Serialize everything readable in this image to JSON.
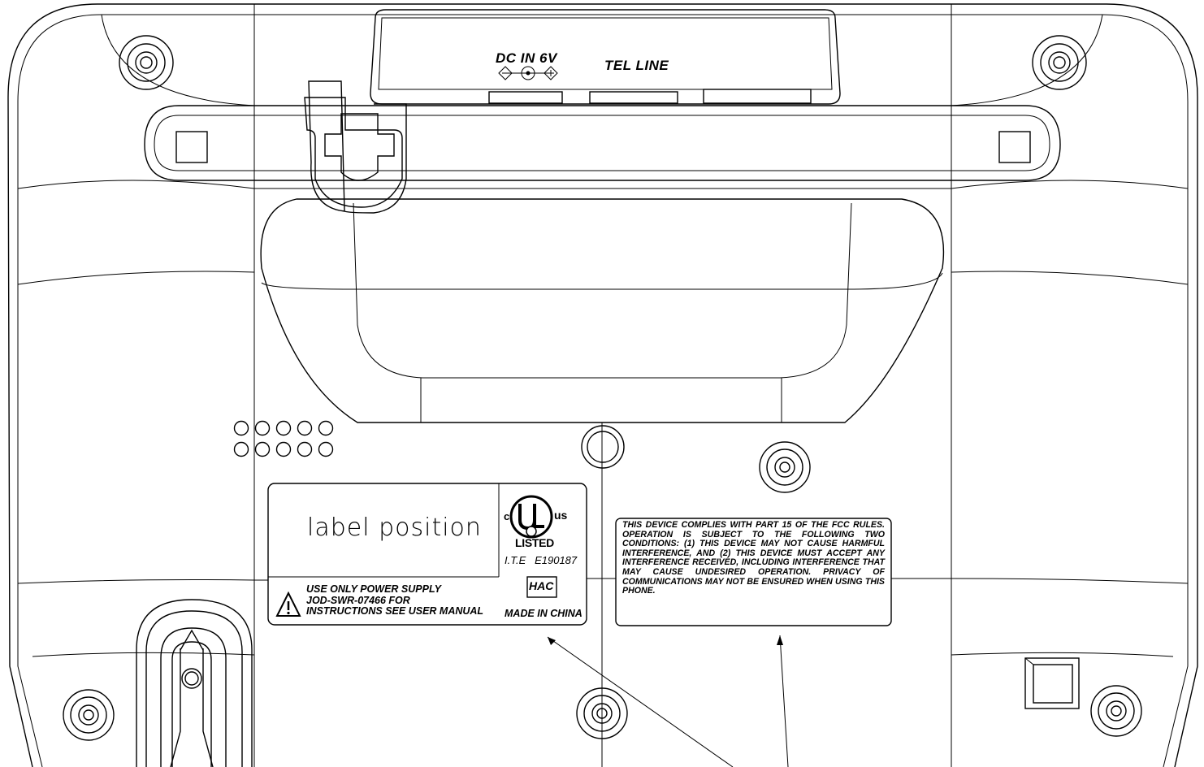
{
  "ports": {
    "dc_in": "DC IN 6V",
    "tel_line": "TEL LINE"
  },
  "label": {
    "position_text": "label position",
    "ul_c": "c",
    "ul_us": "us",
    "ul_listed": "LISTED",
    "ite": "I.T.E   E190187",
    "hac": "HAC",
    "made_in": "MADE IN CHINA",
    "warning_lines": [
      "USE ONLY POWER SUPPLY",
      "JOD-SWR-07466 FOR",
      "INSTRUCTIONS SEE USER MANUAL"
    ]
  },
  "fcc_notice": "THIS DEVICE COMPLIES WITH PART 15 OF THE FCC RULES. OPERATION IS SUBJECT TO THE FOLLOWING TWO CONDITIONS: (1) THIS DEVICE MAY NOT CAUSE HARMFUL INTERFERENCE, AND (2) THIS DEVICE MUST ACCEPT ANY INTERFERENCE RECEIVED, INCLUDING INTERFERENCE THAT MAY CAUSE UNDESIRED OPERATION. PRIVACY OF COMMUNICATIONS MAY NOT BE ENSURED WHEN USING THIS PHONE."
}
